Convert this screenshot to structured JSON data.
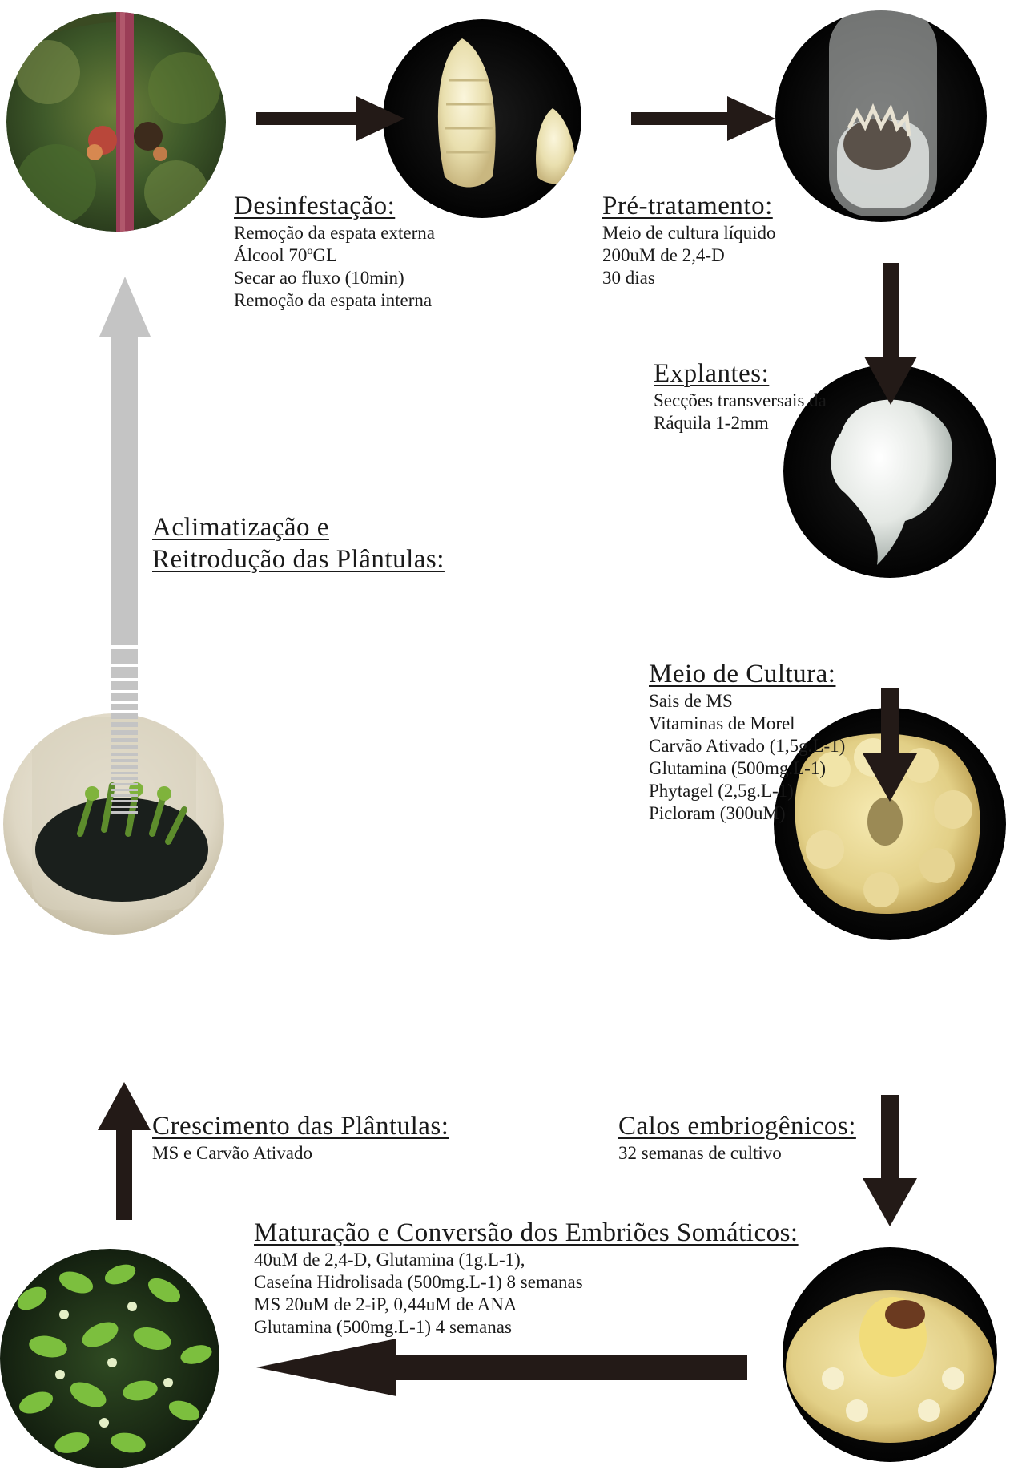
{
  "steps": {
    "desinfestacao": {
      "heading": "Desinfestação:",
      "lines": [
        "Remoção da espata externa",
        "Álcool 70ºGL",
        "Secar ao fluxo (10min)",
        "Remoção da espata interna"
      ]
    },
    "pretratamento": {
      "heading": "Pré-tratamento:",
      "lines": [
        "Meio de cultura líquido",
        "200uM de 2,4-D",
        "30 dias"
      ]
    },
    "explantes": {
      "heading": "Explantes:",
      "lines": [
        "Secções transversais da",
        "Ráquila 1-2mm"
      ]
    },
    "meio_cultura": {
      "heading": "Meio de Cultura:",
      "lines": [
        "Sais de MS",
        "Vitaminas de Morel",
        "Carvão Ativado (1,5g.L-1)",
        "Glutamina (500mg.L-1)",
        "Phytagel (2,5g.L-1)",
        "Picloram (300uM)"
      ]
    },
    "calos": {
      "heading": "Calos embriogênicos:",
      "lines": [
        "32 semanas de cultivo"
      ]
    },
    "maturacao": {
      "heading": "Maturação e Conversão dos Embriões Somáticos:",
      "lines": [
        "40uM de 2,4-D, Glutamina (1g.L-1),",
        "Caseína Hidrolisada (500mg.L-1) 8 semanas",
        "MS 20uM de 2-iP, 0,44uM de ANA",
        "Glutamina (500mg.L-1) 4 semanas"
      ]
    },
    "crescimento": {
      "heading": "Crescimento das Plântulas:",
      "lines": [
        "MS e Carvão Ativado"
      ]
    },
    "aclimatizacao": {
      "heading_lines": [
        "Aclimatização e",
        "Reitrodução das Plântulas:"
      ]
    }
  },
  "colors": {
    "arrow_dark": "#231a17",
    "arrow_light": "#c4c4c4",
    "text": "#1a1a1a"
  }
}
